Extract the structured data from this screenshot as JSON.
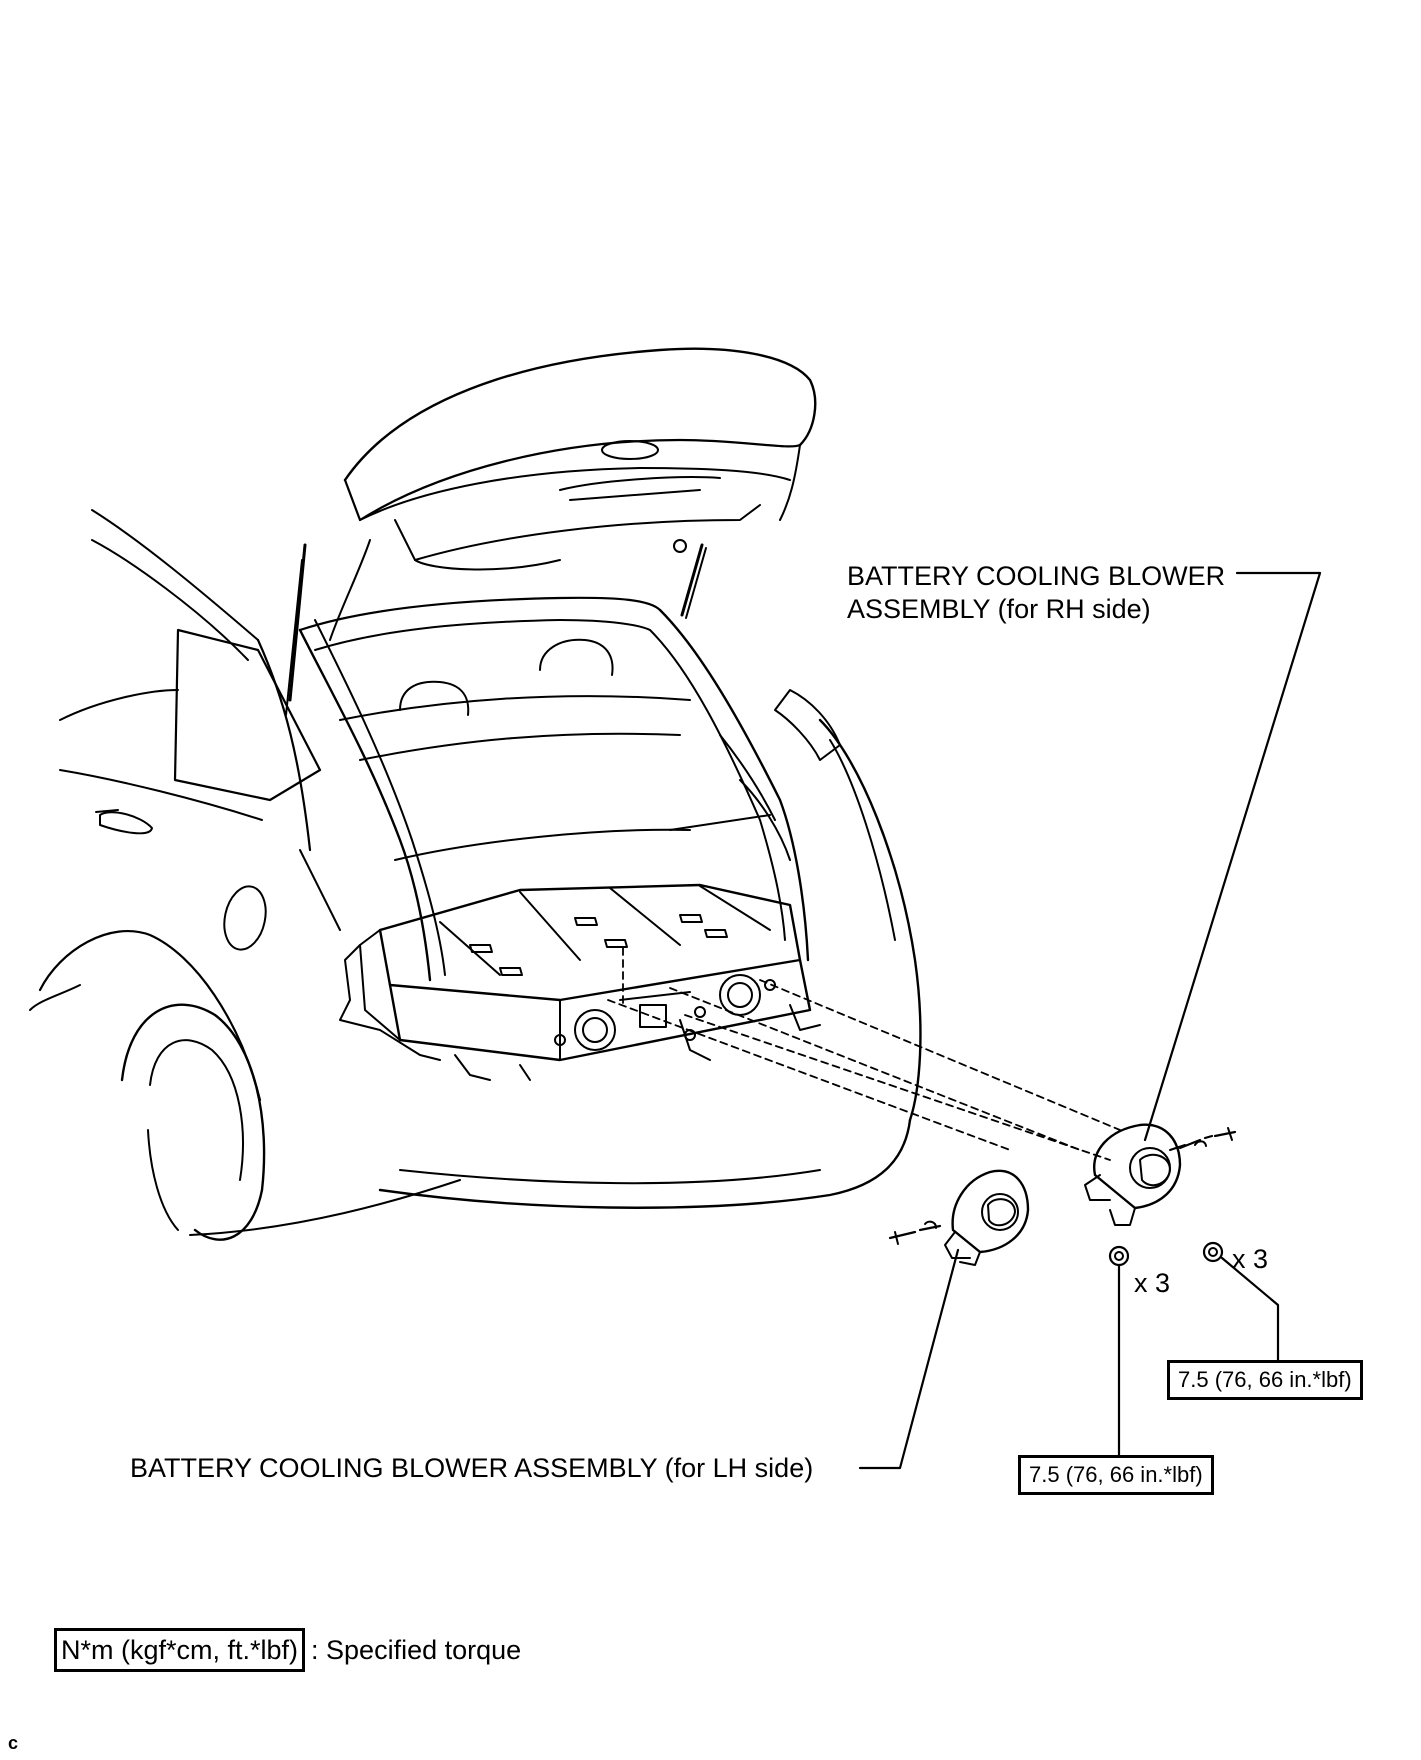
{
  "callouts": {
    "rh_line1": "BATTERY COOLING BLOWER",
    "rh_line2": "ASSEMBLY (for RH side)",
    "lh": "BATTERY COOLING BLOWER ASSEMBLY  (for LH side)"
  },
  "quantities": {
    "rh": "x 3",
    "lh": "x 3"
  },
  "torques": {
    "rh": "7.5 (76, 66 in.*lbf)",
    "lh": "7.5 (76, 66 in.*lbf)"
  },
  "legend": {
    "unit_box": "N*m (kgf*cm, ft.*lbf)",
    "description": ": Specified torque"
  },
  "figure_code": "c"
}
